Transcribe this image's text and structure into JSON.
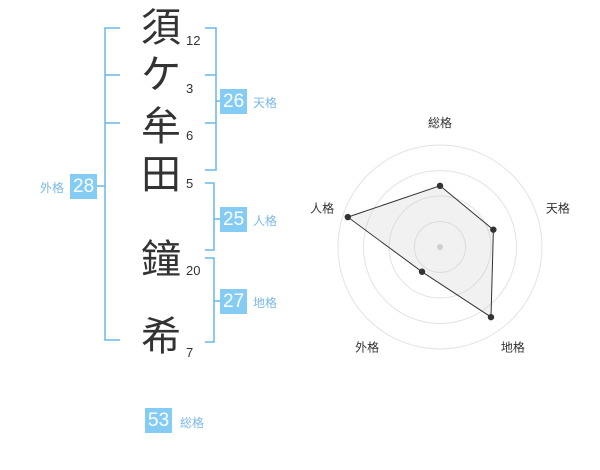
{
  "name": {
    "chars": [
      {
        "char": "須",
        "strokes": "12"
      },
      {
        "char": "ケ",
        "strokes": "3"
      },
      {
        "char": "牟",
        "strokes": "6"
      },
      {
        "char": "田",
        "strokes": "5"
      },
      {
        "char": "鐘",
        "strokes": "20"
      },
      {
        "char": "希",
        "strokes": "7"
      }
    ]
  },
  "kaku": {
    "tenkaku": {
      "value": "26",
      "label": "天格"
    },
    "jinkaku": {
      "value": "25",
      "label": "人格"
    },
    "chikaku": {
      "value": "27",
      "label": "地格"
    },
    "gaikaku": {
      "value": "28",
      "label": "外格"
    },
    "soukaku": {
      "value": "53",
      "label": "総格"
    }
  },
  "colors": {
    "accent": "#84ccf4",
    "bracket": "#6ab7e8",
    "label": "#7ab8e8"
  },
  "chart_data": {
    "type": "radar",
    "axes": [
      "総格",
      "天格",
      "地格",
      "外格",
      "人格"
    ],
    "values": [
      0.6,
      0.55,
      0.85,
      0.3,
      0.95
    ],
    "rings": 4
  }
}
